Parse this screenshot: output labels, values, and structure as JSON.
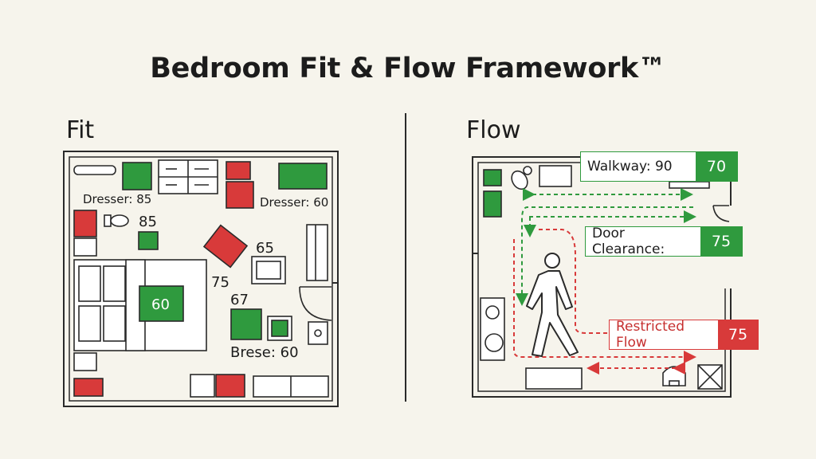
{
  "title": "Bedroom Fit & Flow Framework™",
  "fit": {
    "heading": "Fit",
    "labels": {
      "dresser_85": "Dresser: 85",
      "dresser_60": "Dresser: 60",
      "n85": "85",
      "n65": "65",
      "n75": "75",
      "n67": "67",
      "bed_60": "60",
      "brese_60": "Brese: 60"
    }
  },
  "flow": {
    "heading": "Flow",
    "walkway": {
      "label": "Walkway: 90",
      "value": "70"
    },
    "door_clearance": {
      "label": "Door Clearance:",
      "value": "75"
    },
    "restricted": {
      "label": "Restricted Flow",
      "value": "75"
    }
  },
  "colors": {
    "green": "#2f9a3e",
    "red": "#d83a3a",
    "line": "#2a2a2a"
  }
}
